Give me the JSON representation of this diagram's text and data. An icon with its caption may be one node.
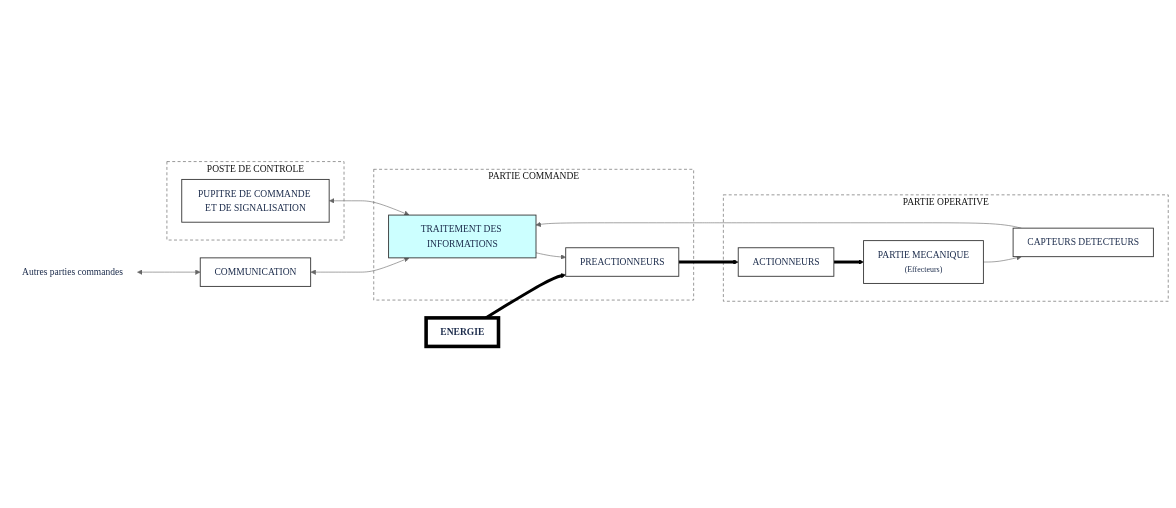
{
  "diagram": {
    "nodes": [
      {
        "text": [
          "Autres parties commandes"
        ]
      },
      {
        "text": [
          "COMMUNICATION"
        ]
      },
      {
        "text": [
          "ENERGIE"
        ]
      },
      {
        "text": [
          "PARTIE COMMANDE"
        ]
      },
      {
        "text": [
          "TRAITEMENT DES INFORMATIONS"
        ],
        "in": 3
      },
      {
        "text": [
          "PREACTIONNEURS"
        ],
        "in": 3
      },
      {
        "text": [
          "PARTIE OPERATIVE"
        ]
      },
      {
        "text": [
          "ACTIONNEURS"
        ],
        "in": 6
      },
      {
        "text": [
          "PARTIE MECANIQUE",
          "(Effecteurs)"
        ],
        "in": 6
      },
      {
        "text": [
          "CAPTEURS DETECTEURS"
        ],
        "in": 6
      },
      {
        "text": [
          "POSTE DE CONTROLE"
        ]
      },
      {
        "text": [
          "PUPITRE DE COMMANDE ET DE SIGNALISATION"
        ],
        "in": 10
      }
    ],
    "edges": [
      {
        "from": 0,
        "to": 1,
        "arrow": "both"
      },
      {
        "from": 1,
        "to": 4,
        "arrow": "both"
      },
      {
        "from": 4,
        "to": 5,
        "arrow": "to"
      },
      {
        "from": 2,
        "to": 5,
        "arrow": "to",
        "style": "thick",
        "color": "#000000"
      },
      {
        "from": 5,
        "to": 7,
        "arrow": "to",
        "style": "thick",
        "color": "#000000"
      },
      {
        "from": 7,
        "to": 8,
        "arrow": "to",
        "style": "thick",
        "color": "#000000"
      },
      {
        "from": 8,
        "to": 9,
        "arrow": "to"
      },
      {
        "from": 9,
        "to": 4,
        "arrow": "to"
      },
      {
        "from": 11,
        "to": 4,
        "arrow": "both"
      }
    ]
  }
}
